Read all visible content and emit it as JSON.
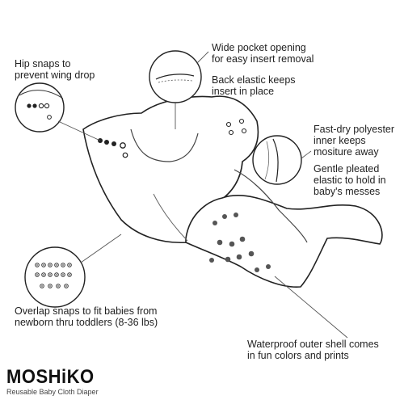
{
  "brand": {
    "logo": "MOSHiKO",
    "tagline": "Reusable Baby Cloth Diaper",
    "accent_color": "#d62424"
  },
  "labels": {
    "hip_snaps": [
      "Hip snaps to",
      "prevent wing drop"
    ],
    "pocket_opening": [
      "Wide pocket opening",
      "for easy insert removal"
    ],
    "back_elastic": [
      "Back elastic keeps",
      "insert in place"
    ],
    "fast_dry": [
      "Fast-dry polyester",
      "inner keeps",
      "mositure away"
    ],
    "pleated_elastic": [
      "Gentle pleated",
      "elastic to hold in",
      "baby's messes"
    ],
    "overlap_snaps": [
      "Overlap snaps to fit babies from",
      "newborn thru toddlers (8-36 lbs)"
    ],
    "outer_shell": [
      "Waterproof outer shell comes",
      "in fun colors and prints"
    ]
  },
  "colors": {
    "line": "#222222",
    "snap_fill": "#555555"
  }
}
